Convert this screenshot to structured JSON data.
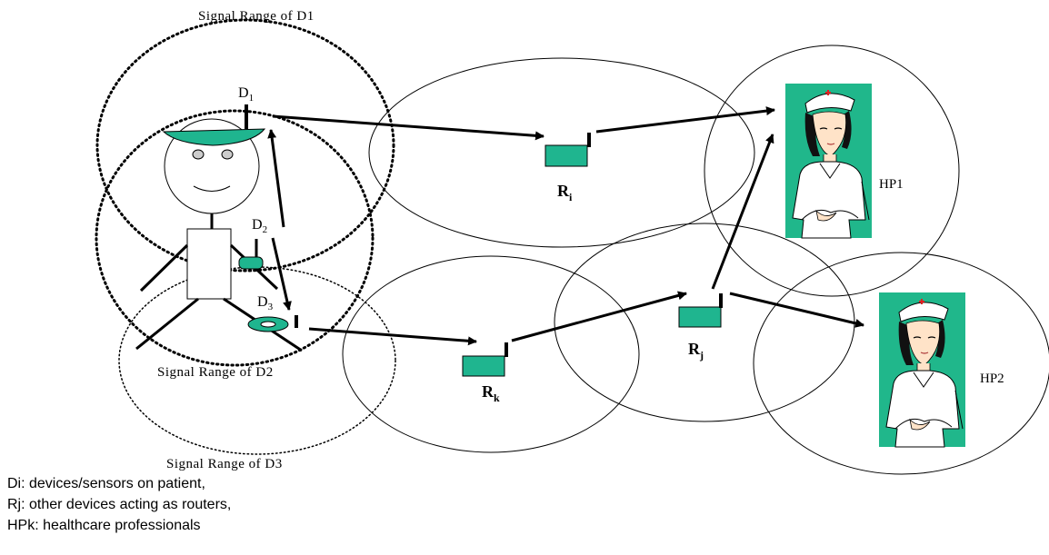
{
  "signal_ranges": {
    "d1": "Signal Range of D1",
    "d2": "Signal Range of D2",
    "d3": "Signal Range of D3"
  },
  "devices": [
    {
      "base": "D",
      "sub": "1"
    },
    {
      "base": "D",
      "sub": "2"
    },
    {
      "base": "D",
      "sub": "3"
    }
  ],
  "routers": [
    {
      "base": "R",
      "sub": "i"
    },
    {
      "base": "R",
      "sub": "k"
    },
    {
      "base": "R",
      "sub": "j"
    }
  ],
  "healthcare_professionals": [
    "HP1",
    "HP2"
  ],
  "legend": [
    "Di: devices/sensors on patient,",
    "Rj: other devices acting as routers,",
    "HPk: healthcare professionals"
  ],
  "colors": {
    "device_fill": "#1fb58f",
    "nurse_bg": "#20b78b",
    "line": "#000000"
  },
  "icons": [
    "patient-figure",
    "nurse-icon"
  ]
}
